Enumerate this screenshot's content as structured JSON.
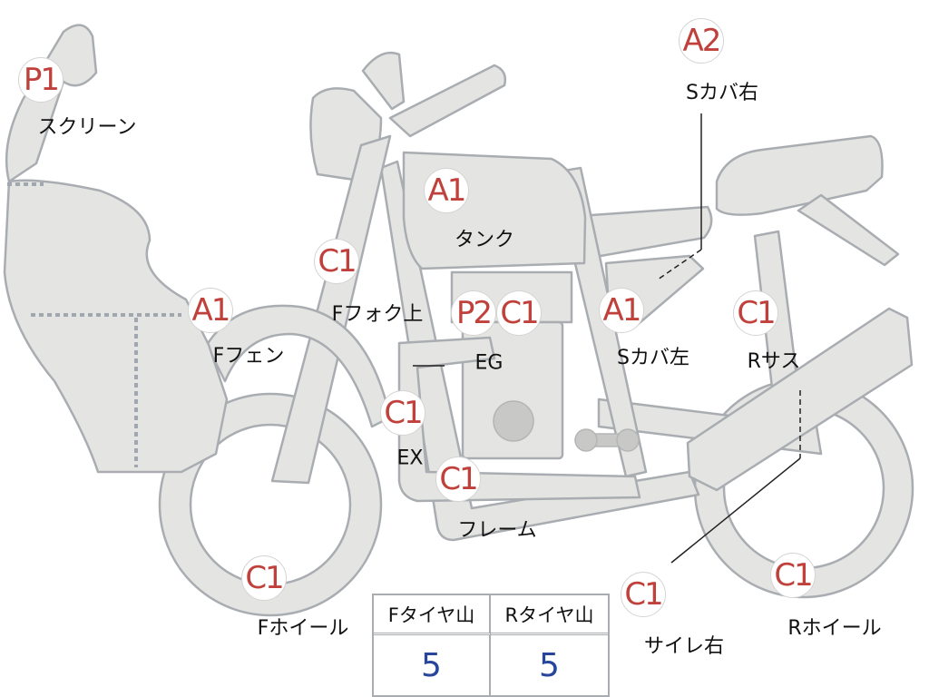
{
  "parts": [
    {
      "id": "screen",
      "grade": "P1",
      "label": "スクリーン"
    },
    {
      "id": "tank",
      "grade": "A1",
      "label": "タンク"
    },
    {
      "id": "side-cover-right",
      "grade": "A2",
      "label": "Sカバ右"
    },
    {
      "id": "fork-upper",
      "grade": "C1",
      "label": "Fフォク上"
    },
    {
      "id": "front-fender",
      "grade": "A1",
      "label": "Fフェン"
    },
    {
      "id": "engine",
      "grade": "P2",
      "grade2": "C1",
      "label": "EG"
    },
    {
      "id": "side-cover-left",
      "grade": "A1",
      "label": "Sカバ左"
    },
    {
      "id": "rear-suspension",
      "grade": "C1",
      "label": "Rサス"
    },
    {
      "id": "exhaust",
      "grade": "C1",
      "label": "EX"
    },
    {
      "id": "frame",
      "grade": "C1",
      "label": "フレーム"
    },
    {
      "id": "front-wheel",
      "grade": "C1",
      "label": "Fホイール"
    },
    {
      "id": "muffler-right",
      "grade": "C1",
      "label": "サイレ右"
    },
    {
      "id": "rear-wheel",
      "grade": "C1",
      "label": "Rホイール"
    }
  ],
  "tire_table": {
    "headers": [
      "Fタイヤ山",
      "Rタイヤ山"
    ],
    "values": [
      "5",
      "5"
    ]
  },
  "colors": {
    "part_fill": "#e4e5e2",
    "part_outline": "#a9adb1",
    "grade_text": "#c0413b",
    "tire_value": "#27459a"
  }
}
